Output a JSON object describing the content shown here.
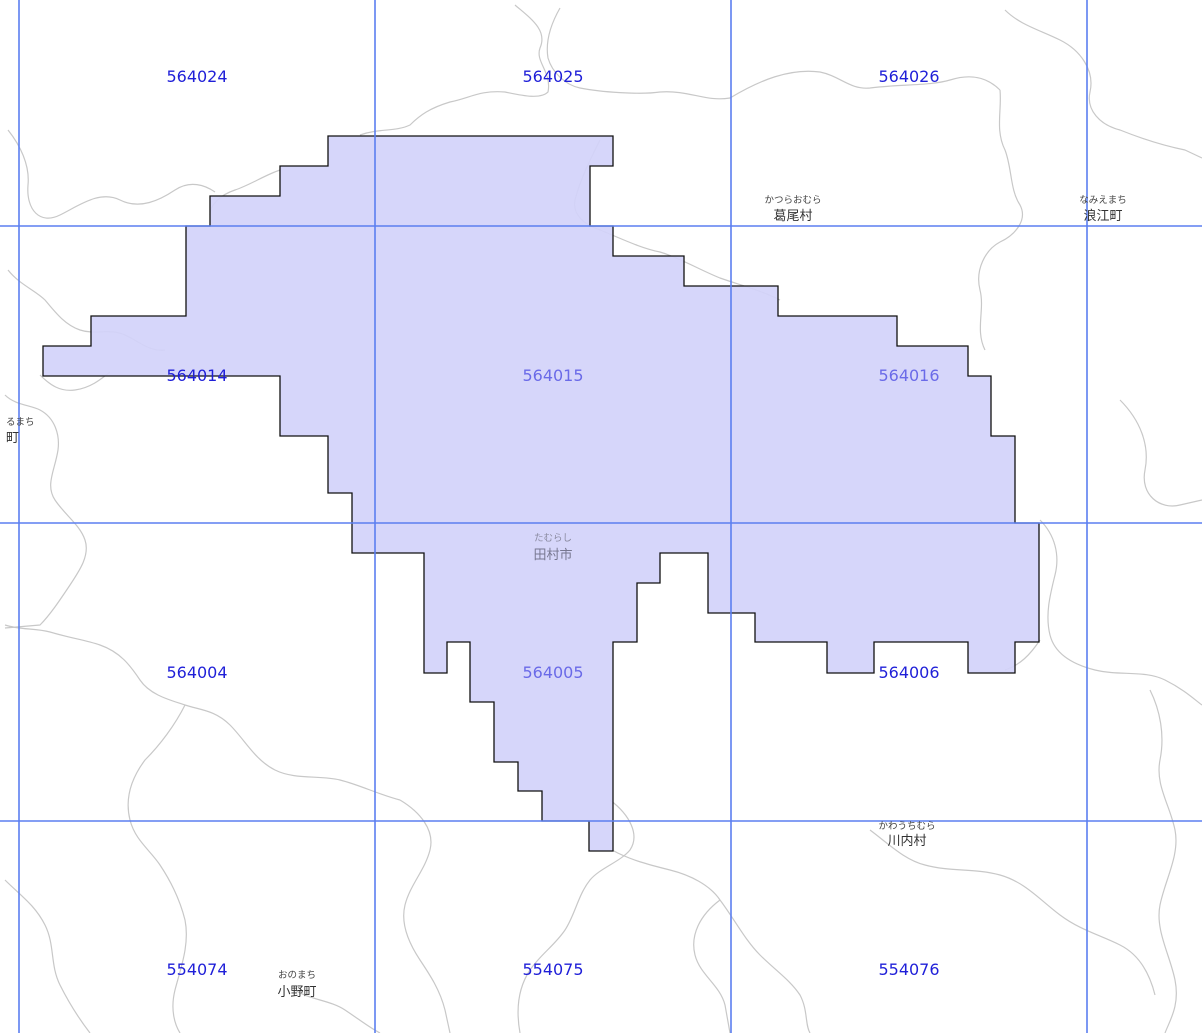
{
  "map": {
    "colors": {
      "background": "#ffffff",
      "grid_line": "#5b7ff0",
      "boundary_line": "#c8c8c8",
      "area_fill": "#d2d2fa",
      "area_outline": "#111111",
      "mesh_label": "#1f1fd8",
      "place_label": "#333333"
    },
    "mesh_codes": [
      "564024",
      "564025",
      "564026",
      "564014",
      "564015",
      "564016",
      "564004",
      "564005",
      "564006",
      "554074",
      "554075",
      "554076"
    ],
    "highlighted_area": {
      "name": "田村市",
      "kana": "たむらし"
    },
    "places": [
      {
        "name": "葛尾村",
        "kana": "かつらおむら"
      },
      {
        "name": "浪江町",
        "kana": "なみえまち"
      },
      {
        "name": "川内村",
        "kana": "かわうちむら"
      },
      {
        "name": "小野町",
        "kana": "おのまち"
      },
      {
        "name": "町",
        "kana": "るまち"
      }
    ]
  }
}
